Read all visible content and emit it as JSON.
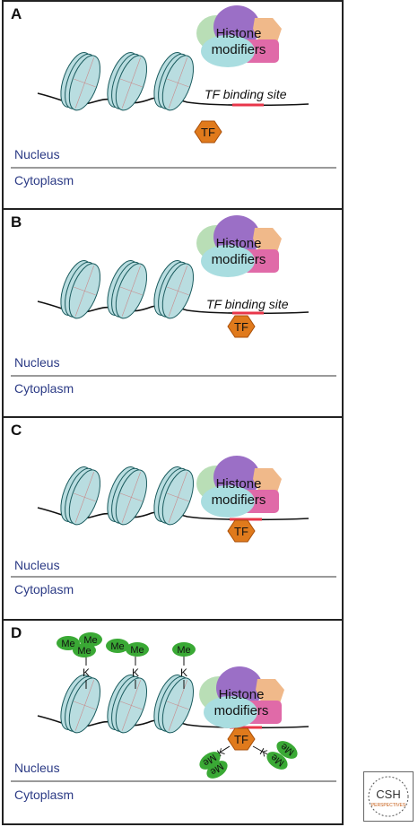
{
  "panels": [
    {
      "letter": "A",
      "nucleus": "Nucleus",
      "cytoplasm": "Cytoplasm",
      "modifiers_line1": "Histone",
      "modifiers_line2": "modifiers",
      "binding_site": "TF binding site",
      "tf": "TF"
    },
    {
      "letter": "B",
      "nucleus": "Nucleus",
      "cytoplasm": "Cytoplasm",
      "modifiers_line1": "Histone",
      "modifiers_line2": "modifiers",
      "binding_site": "TF binding site",
      "tf": "TF"
    },
    {
      "letter": "C",
      "nucleus": "Nucleus",
      "cytoplasm": "Cytoplasm",
      "modifiers_line1": "Histone",
      "modifiers_line2": "modifiers",
      "tf": "TF"
    },
    {
      "letter": "D",
      "nucleus": "Nucleus",
      "cytoplasm": "Cytoplasm",
      "modifiers_line1": "Histone",
      "modifiers_line2": "modifiers",
      "tf": "TF",
      "me": "Me",
      "k": "K"
    }
  ],
  "logo": {
    "line1": "CSH",
    "line2": "PERSPECTIVES"
  },
  "colors": {
    "nucleosome": "#b9dde0",
    "tf": "#e07a1c",
    "me": "#3aa935",
    "modifier_green": "#b9deb6",
    "modifier_purple": "#9b6fc6",
    "modifier_peach": "#f0b98a",
    "modifier_pink": "#e06aa8",
    "modifier_teal": "#a9dde0",
    "binding_site": "#e8364a",
    "text_blue": "#2b3a85"
  }
}
